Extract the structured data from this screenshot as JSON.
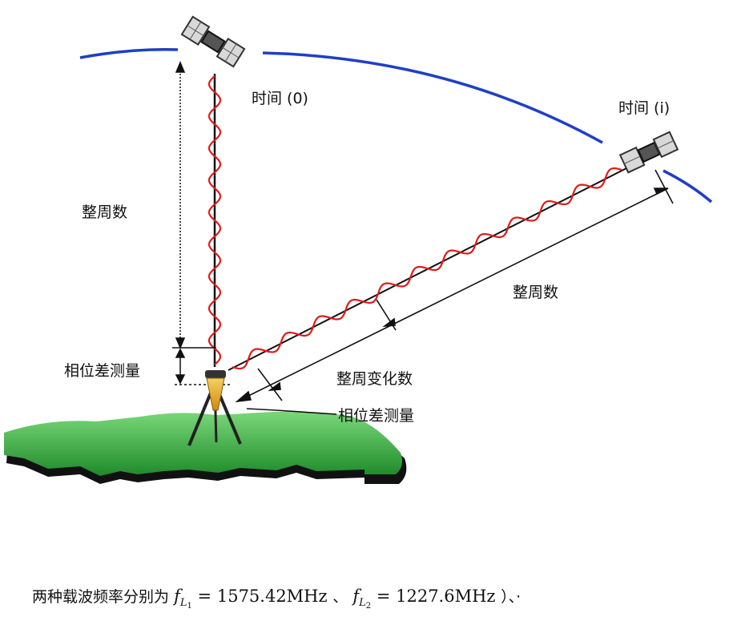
{
  "labels": {
    "time0": "时间 (0)",
    "timei": "时间 (i)",
    "integer_cycles_left": "整周数",
    "integer_cycles_right": "整周数",
    "phase_measure_left": "相位差测量",
    "cycle_change": "整周变化数",
    "phase_measure_bottom": "相位差测量"
  },
  "caption": {
    "prefix": "两种载波频率分别为",
    "f_symbol": "f",
    "sub_L": "L",
    "sub_1": "1",
    "sub_2": "2",
    "eq": "=",
    "value1": "1575.42MHz",
    "sep": "、",
    "value2": "1227.6MHz",
    "suffix": "）、·"
  },
  "colors": {
    "orbit": "#1f3fc4",
    "wave": "#e01b1b",
    "ground_light": "#6fd16f",
    "ground_dark": "#1f8a2a",
    "ground_shadow": "#111111",
    "satellite": "#d8d8d8",
    "tripod": "#222222",
    "receiver_cone": "#e8b020"
  }
}
